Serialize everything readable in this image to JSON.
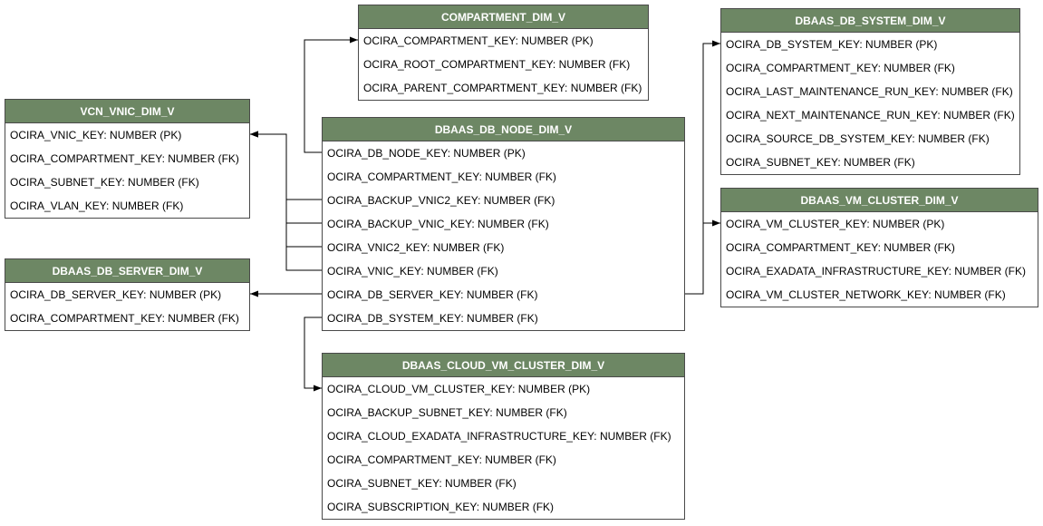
{
  "diagram": {
    "colors": {
      "header_fill": "#6d8764",
      "header_text": "#ffffff",
      "border": "#4a4a4a",
      "connector": "#000000"
    },
    "entities": [
      {
        "id": "compartment_dim_v",
        "title": "COMPARTMENT_DIM_V",
        "fields": [
          "OCIRA_COMPARTMENT_KEY: NUMBER (PK)",
          "OCIRA_ROOT_COMPARTMENT_KEY: NUMBER (FK)",
          "OCIRA_PARENT_COMPARTMENT_KEY: NUMBER (FK)"
        ]
      },
      {
        "id": "dbaas_db_system_dim_v",
        "title": "DBAAS_DB_SYSTEM_DIM_V",
        "fields": [
          "OCIRA_DB_SYSTEM_KEY: NUMBER (PK)",
          "OCIRA_COMPARTMENT_KEY: NUMBER (FK)",
          "OCIRA_LAST_MAINTENANCE_RUN_KEY: NUMBER (FK)",
          "OCIRA_NEXT_MAINTENANCE_RUN_KEY: NUMBER (FK)",
          "OCIRA_SOURCE_DB_SYSTEM_KEY: NUMBER (FK)",
          "OCIRA_SUBNET_KEY: NUMBER (FK)"
        ]
      },
      {
        "id": "vcn_vnic_dim_v",
        "title": "VCN_VNIC_DIM_V",
        "fields": [
          "OCIRA_VNIC_KEY: NUMBER (PK)",
          "OCIRA_COMPARTMENT_KEY: NUMBER (FK)",
          "OCIRA_SUBNET_KEY: NUMBER (FK)",
          "OCIRA_VLAN_KEY: NUMBER (FK)"
        ]
      },
      {
        "id": "dbaas_db_node_dim_v",
        "title": "DBAAS_DB_NODE_DIM_V",
        "fields": [
          "OCIRA_DB_NODE_KEY: NUMBER (PK)",
          "OCIRA_COMPARTMENT_KEY: NUMBER (FK)",
          "OCIRA_BACKUP_VNIC2_KEY: NUMBER (FK)",
          "OCIRA_BACKUP_VNIC_KEY: NUMBER (FK)",
          "OCIRA_VNIC2_KEY: NUMBER (FK)",
          "OCIRA_VNIC_KEY: NUMBER (FK)",
          "OCIRA_DB_SERVER_KEY: NUMBER (FK)",
          "OCIRA_DB_SYSTEM_KEY: NUMBER (FK)"
        ]
      },
      {
        "id": "dbaas_vm_cluster_dim_v",
        "title": "DBAAS_VM_CLUSTER_DIM_V",
        "fields": [
          "OCIRA_VM_CLUSTER_KEY: NUMBER (PK)",
          "OCIRA_COMPARTMENT_KEY: NUMBER (FK)",
          "OCIRA_EXADATA_INFRASTRUCTURE_KEY: NUMBER (FK)",
          "OCIRA_VM_CLUSTER_NETWORK_KEY: NUMBER (FK)"
        ]
      },
      {
        "id": "dbaas_db_server_dim_v",
        "title": "DBAAS_DB_SERVER_DIM_V",
        "fields": [
          "OCIRA_DB_SERVER_KEY: NUMBER (PK)",
          "OCIRA_COMPARTMENT_KEY: NUMBER (FK)"
        ]
      },
      {
        "id": "dbaas_cloud_vm_cluster_dim_v",
        "title": "DBAAS_CLOUD_VM_CLUSTER_DIM_V",
        "fields": [
          "OCIRA_CLOUD_VM_CLUSTER_KEY: NUMBER (PK)",
          "OCIRA_BACKUP_SUBNET_KEY: NUMBER (FK)",
          "OCIRA_CLOUD_EXADATA_INFRASTRUCTURE_KEY: NUMBER (FK)",
          "OCIRA_COMPARTMENT_KEY: NUMBER (FK)",
          "OCIRA_SUBNET_KEY: NUMBER (FK)",
          "OCIRA_SUBSCRIPTION_KEY: NUMBER (FK)"
        ]
      }
    ],
    "relationships": [
      {
        "from_entity": 3,
        "from_field": 0,
        "to_entity": 0,
        "to_field": 0
      },
      {
        "from_entity": 3,
        "from_field": 2,
        "to_entity": 2,
        "to_field": 0
      },
      {
        "from_entity": 3,
        "from_field": 3,
        "to_entity": 2,
        "to_field": 0
      },
      {
        "from_entity": 3,
        "from_field": 4,
        "to_entity": 2,
        "to_field": 0
      },
      {
        "from_entity": 3,
        "from_field": 5,
        "to_entity": 2,
        "to_field": 0
      },
      {
        "from_entity": 3,
        "from_field": 6,
        "to_entity": 5,
        "to_field": 0
      },
      {
        "from_entity": 3,
        "from_field": 6,
        "to_entity": 1,
        "to_field": 0
      },
      {
        "from_entity": 3,
        "from_field": 6,
        "to_entity": 4,
        "to_field": 0
      },
      {
        "from_entity": 3,
        "from_field": 7,
        "to_entity": 6,
        "to_field": 0
      }
    ]
  }
}
